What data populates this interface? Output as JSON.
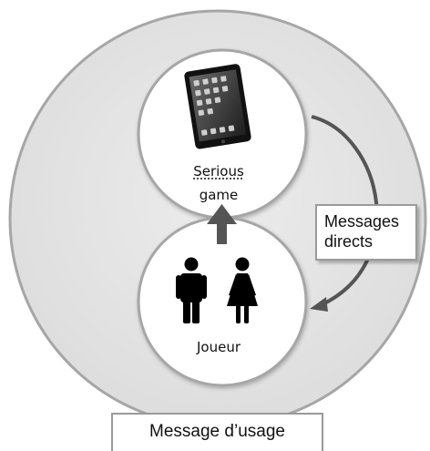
{
  "nodes": {
    "serious_game": {
      "label_line1": "Serious",
      "label_line2": "game",
      "icon": "tablet-icon"
    },
    "joueur": {
      "label": "Joueur",
      "icon": "man-woman-icon"
    }
  },
  "callouts": {
    "messages_line1": "Messages",
    "messages_line2": "directs",
    "usage": "Message d’usage"
  },
  "colors": {
    "background_circle": "#e6e6e6",
    "circle_border": "#a6a6a6",
    "node_fill": "#ffffff",
    "arrow": "#555555",
    "text": "#111111"
  }
}
